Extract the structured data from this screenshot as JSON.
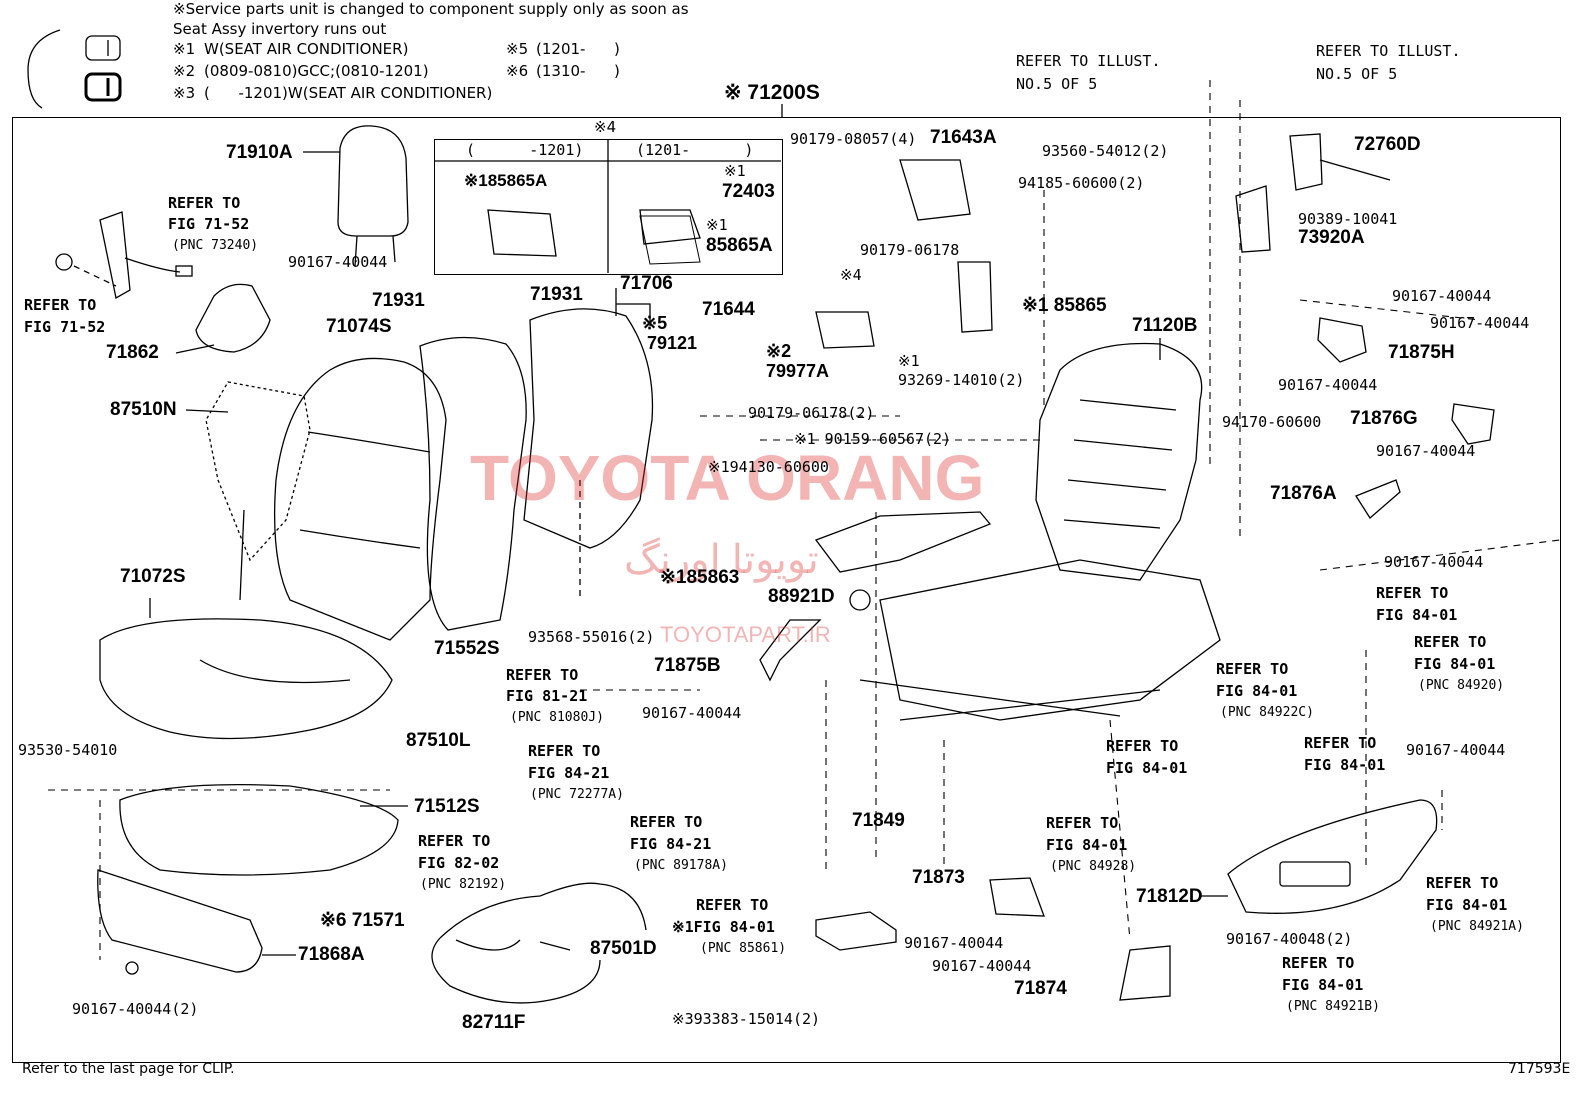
{
  "header": {
    "note1": "※Service parts unit is changed to component supply only as soon as",
    "note2": "Seat Assy invertory runs out",
    "legend": [
      {
        "mark": "※1",
        "text": "W(SEAT AIR CONDITIONER)"
      },
      {
        "mark": "※2",
        "text": "(0809-0810)GCC;(0810-1201)"
      },
      {
        "mark": "※3",
        "text": "(      -1201)W(SEAT AIR CONDITIONER)"
      },
      {
        "mark": "※5",
        "text": "(1201-      )"
      },
      {
        "mark": "※6",
        "text": "(1310-      )"
      }
    ],
    "assembly": "※ 71200S",
    "refer_left": [
      "REFER TO ILLUST.",
      "NO.5 OF 5"
    ],
    "refer_right": [
      "REFER TO ILLUST.",
      "NO.5 OF 5"
    ]
  },
  "box4": {
    "mark": "※4",
    "col1_head": "(      -1201)",
    "col2_head": "(1201-      )",
    "col1_part": "※185865A",
    "col2_part1": "72403",
    "col2_mark1": "※1",
    "col2_part2": "85865A",
    "col2_mark2": "※1"
  },
  "parts": {
    "p71910A": "71910A",
    "ref_71_52a": [
      "REFER TO",
      "FIG 71-52",
      "(PNC 73240)"
    ],
    "p90167_40044a": "90167-40044",
    "ref_71_52b": [
      "REFER TO",
      "FIG 71-52"
    ],
    "p71862": "71862",
    "p71931a": "71931",
    "p71931b": "71931",
    "p71074S": "71074S",
    "p71706": "71706",
    "p87510N": "87510N",
    "p79121": "※5\n 79121",
    "p71644": "71644",
    "p79977A": "※2\n79977A",
    "p90179_08057": "90179-08057(4)",
    "p71643A": "71643A",
    "p90179_06178a": "90179-06178",
    "p4": "※4",
    "p85865": "※1 85865",
    "p93269": "※1\n93269-14010(2)",
    "p90179_06178b": "90179-06178(2)",
    "p90159": "※1 90159-60567(2)",
    "p94130": "※194130-60600",
    "p93560": "93560-54012(2)",
    "p94185": "94185-60600(2)",
    "p72760D": "72760D",
    "p90389": "90389-10041",
    "p73920A": "73920A",
    "p71120B": "71120B",
    "p90167_40044b": "90167-40044",
    "p90167_40044c": "90167-40044",
    "p71875H": "71875H",
    "p90167_40044d": "90167-40044",
    "p71876G": "71876G",
    "p94170": "94170-60600",
    "p90167_40044e": "90167-40044",
    "p71876A": "71876A",
    "p90167_40044f": "90167-40044",
    "p71072S": "71072S",
    "p71552S": "71552S",
    "p93568": "93568-55016(2)",
    "p85863": "※185863",
    "p88921D": "88921D",
    "ref_81_21": [
      "REFER TO",
      "FIG 81-21",
      "(PNC 81080J)"
    ],
    "p71875B": "71875B",
    "p90167_40044g": "90167-40044",
    "ref_84_01a": [
      "REFER TO",
      "FIG 84-01"
    ],
    "ref_84_01b": [
      "REFER TO",
      "FIG 84-01",
      "(PNC 84920)"
    ],
    "ref_84_01c": [
      "REFER TO",
      "FIG 84-01",
      "(PNC 84922C)"
    ],
    "p93530": "93530-54010",
    "p87510L": "87510L",
    "ref_84_21a": [
      "REFER TO",
      "FIG 84-21",
      "(PNC 72277A)"
    ],
    "ref_84_01d": [
      "REFER TO",
      "FIG 84-01"
    ],
    "ref_84_01e": [
      "REFER TO",
      "FIG 84-01"
    ],
    "p90167_40044h": "90167-40044",
    "p71512S": "71512S",
    "p71849": "71849",
    "ref_84_21b": [
      "REFER TO",
      "FIG 84-21",
      "(PNC 89178A)"
    ],
    "ref_84_01f": [
      "REFER TO",
      "FIG 84-01",
      "(PNC 84928)"
    ],
    "ref_82_02": [
      "REFER TO",
      "FIG 82-02",
      "(PNC 82192)"
    ],
    "p71873": "71873",
    "p71812D": "71812D",
    "p71571": "※6 71571",
    "ref_85861": [
      "REFER TO",
      "※1FIG 84-01",
      "(PNC 85861)"
    ],
    "ref_84921A": [
      "REFER TO",
      "FIG 84-01",
      "(PNC 84921A)"
    ],
    "p71868A": "71868A",
    "p87501D": "87501D",
    "p90167_40044i": "90167-40044",
    "p90167_40044j": "90167-40044",
    "p90167_40048": "90167-40048(2)",
    "ref_84921B": [
      "REFER TO",
      "FIG 84-01",
      "(PNC 84921B)"
    ],
    "p71874": "71874",
    "p90167_40044k": "90167-40044(2)",
    "p82711F": "82711F",
    "p93383": "※393383-15014(2)"
  },
  "watermark": {
    "main": "TOYOTA ORANG",
    "persian": "تویوتا اورنگ",
    "site": "TOYOTAPART.IR"
  },
  "footer": {
    "left": "Refer to the last page for CLIP.",
    "right": "717593E"
  }
}
